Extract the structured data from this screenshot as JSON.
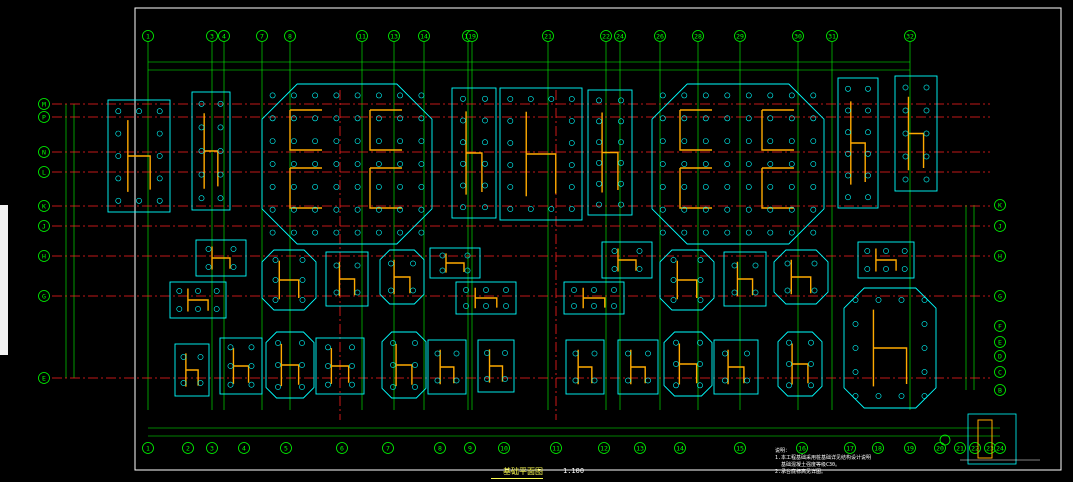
{
  "drawing": {
    "title": "基础平面图",
    "scale": "1:100",
    "notes": [
      "说明：",
      "1.本工程基础采用桩基础详见结构设计说明",
      "  基础混凝土强度等级C30。",
      "2.承台底标高见详图。"
    ]
  },
  "grid_top_labels": [
    "1",
    "3",
    "4",
    "7",
    "8",
    "11",
    "13",
    "14",
    "15",
    "19",
    "21",
    "22",
    "24",
    "26",
    "28",
    "29",
    "30",
    "31",
    "32"
  ],
  "grid_bottom_labels": [
    "1",
    "2",
    "3",
    "4",
    "5",
    "6",
    "7",
    "8",
    "9",
    "10",
    "11",
    "12",
    "13",
    "14",
    "15",
    "16",
    "17",
    "18",
    "19",
    "20",
    "21",
    "22",
    "23",
    "24"
  ],
  "grid_left_labels": [
    "M",
    "P",
    "N",
    "L",
    "K",
    "J",
    "H",
    "G",
    "E"
  ],
  "grid_right_labels": [
    "K",
    "J",
    "H",
    "G",
    "F",
    "E",
    "D",
    "C",
    "B"
  ],
  "colors": {
    "background": "#000000",
    "grid": "#00ff00",
    "axis": "#ff2020",
    "pile_cap": "#00ffff",
    "wall": "#ffaa00",
    "title": "#ffff55",
    "text": "#ffffff"
  }
}
